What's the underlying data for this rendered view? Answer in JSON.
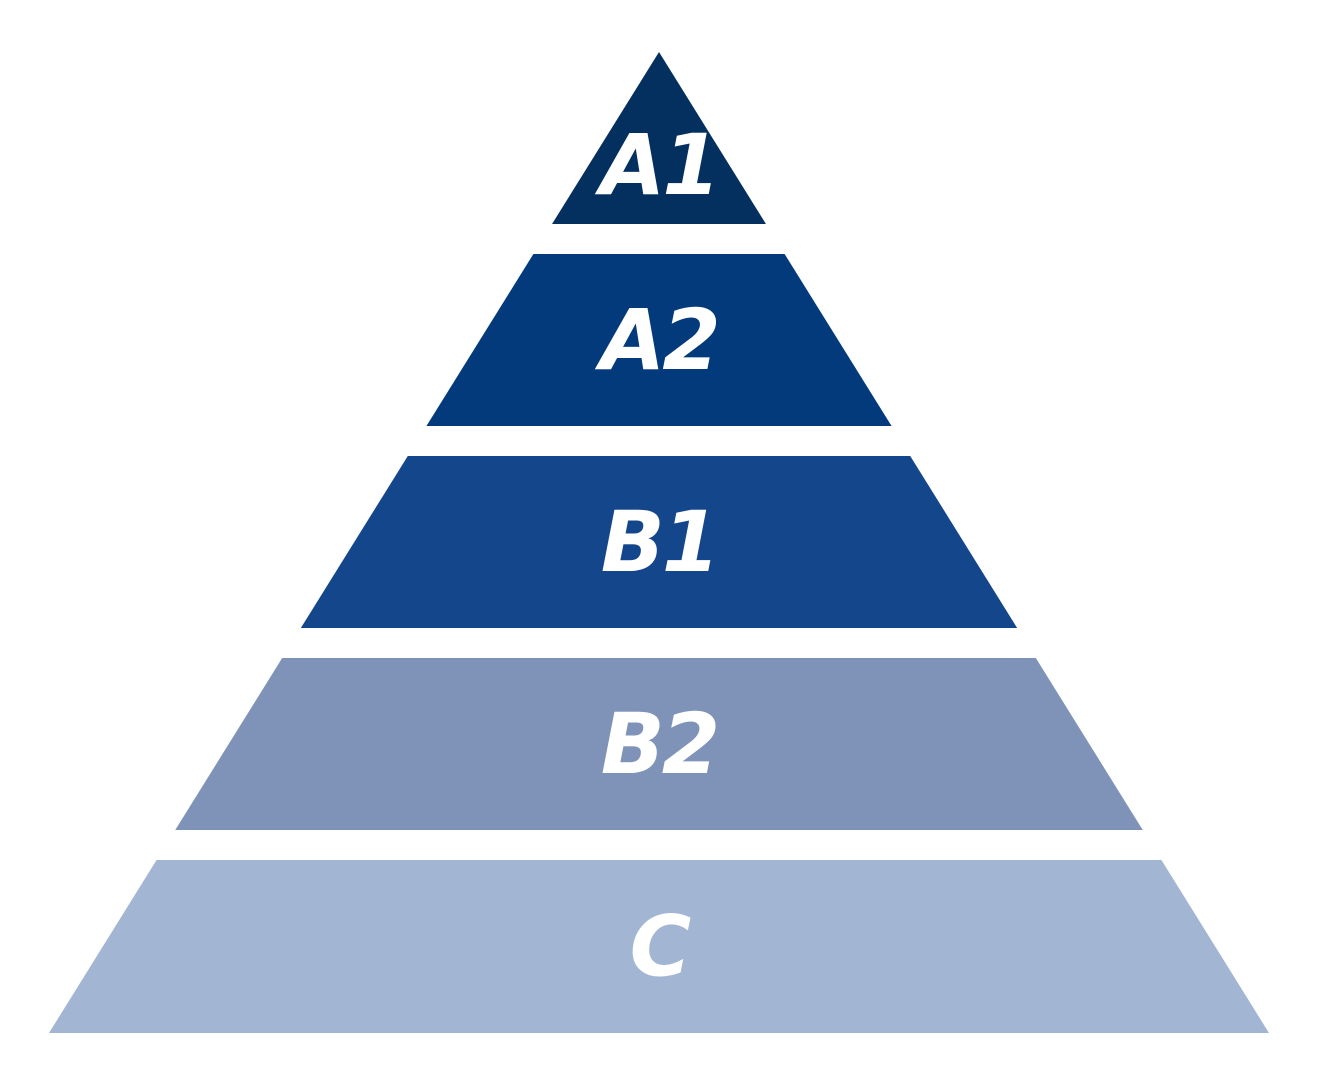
{
  "diagram": {
    "type": "pyramid",
    "levels": [
      {
        "label": "A1",
        "color": "#03305F"
      },
      {
        "label": "A2",
        "color": "#033A7C"
      },
      {
        "label": "B1",
        "color": "#14468C"
      },
      {
        "label": "B2",
        "color": "#7F93B8"
      },
      {
        "label": "C",
        "color": "#A2B5D3"
      }
    ]
  }
}
